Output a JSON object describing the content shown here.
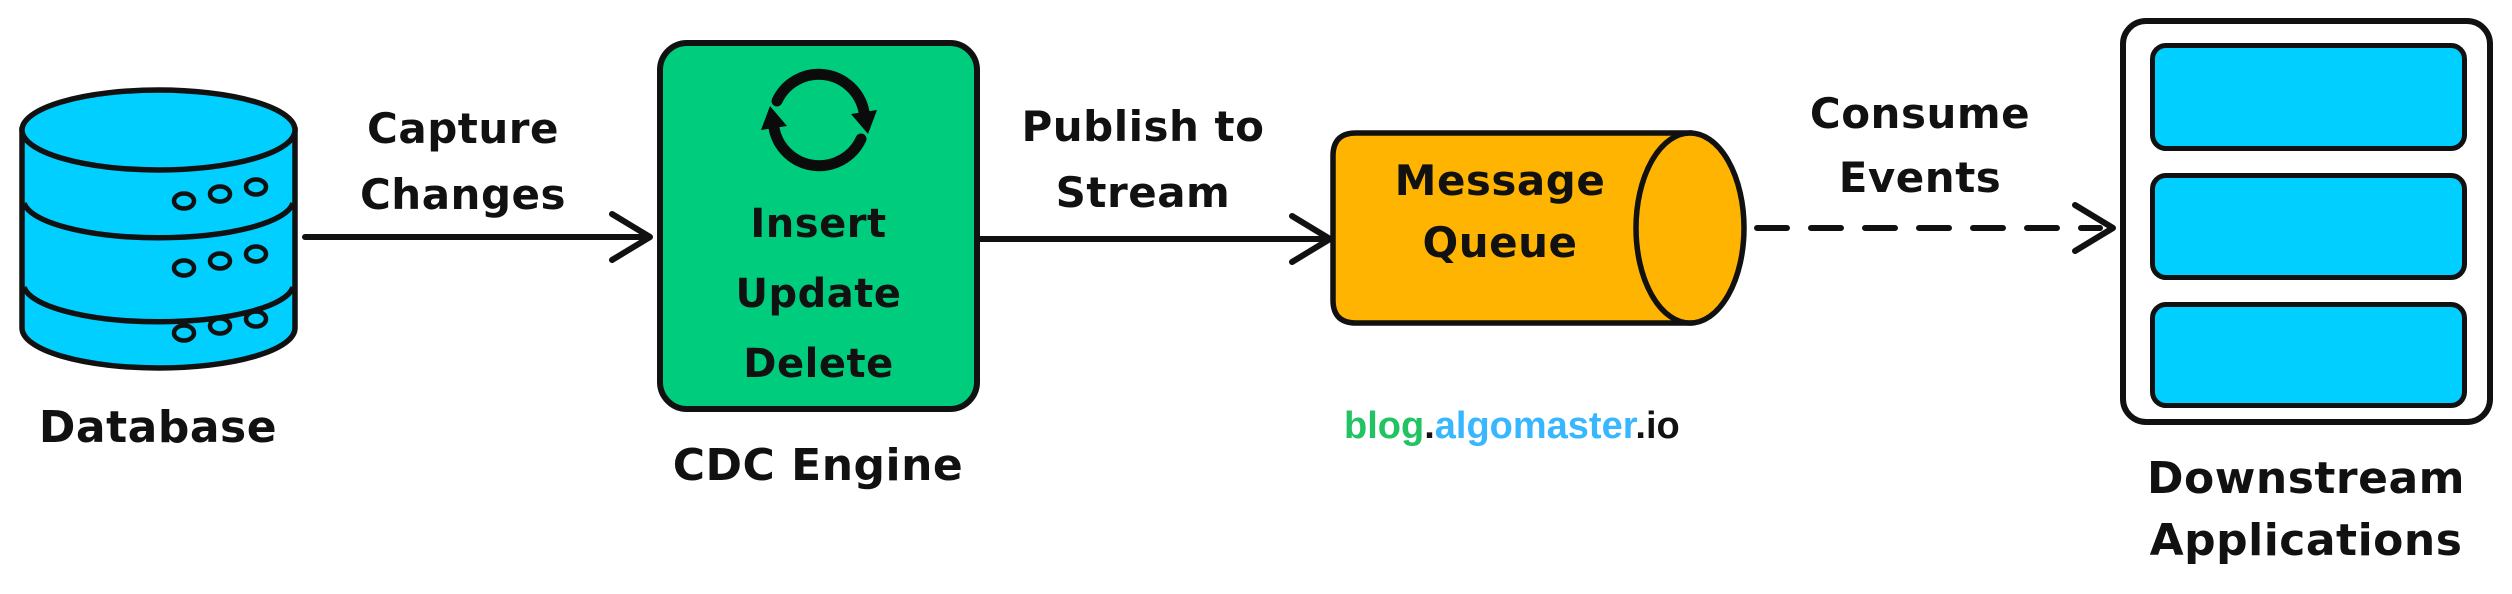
{
  "colors": {
    "cyan": "#00CFFF",
    "green": "#00CC7D",
    "orange": "#FFB402",
    "ink": "#111111",
    "brand_green": "#21C363",
    "brand_blue": "#38B6FF"
  },
  "nodes": {
    "database": {
      "label": "Database"
    },
    "cdc_engine": {
      "label": "CDC Engine",
      "lines": [
        "Insert",
        "Update",
        "Delete"
      ]
    },
    "message_queue": {
      "line1": "Message",
      "line2": "Queue"
    },
    "downstream": {
      "line1": "Downstream",
      "line2": "Applications"
    }
  },
  "edges": {
    "capture": {
      "line1": "Capture",
      "line2": "Changes"
    },
    "publish": {
      "line1": "Publish to",
      "line2": "Stream"
    },
    "consume": {
      "line1": "Consume",
      "line2": "Events"
    }
  },
  "watermark": {
    "part1": "blog",
    "dot": ".",
    "part2": "algomaster",
    "suffix": ".io"
  }
}
